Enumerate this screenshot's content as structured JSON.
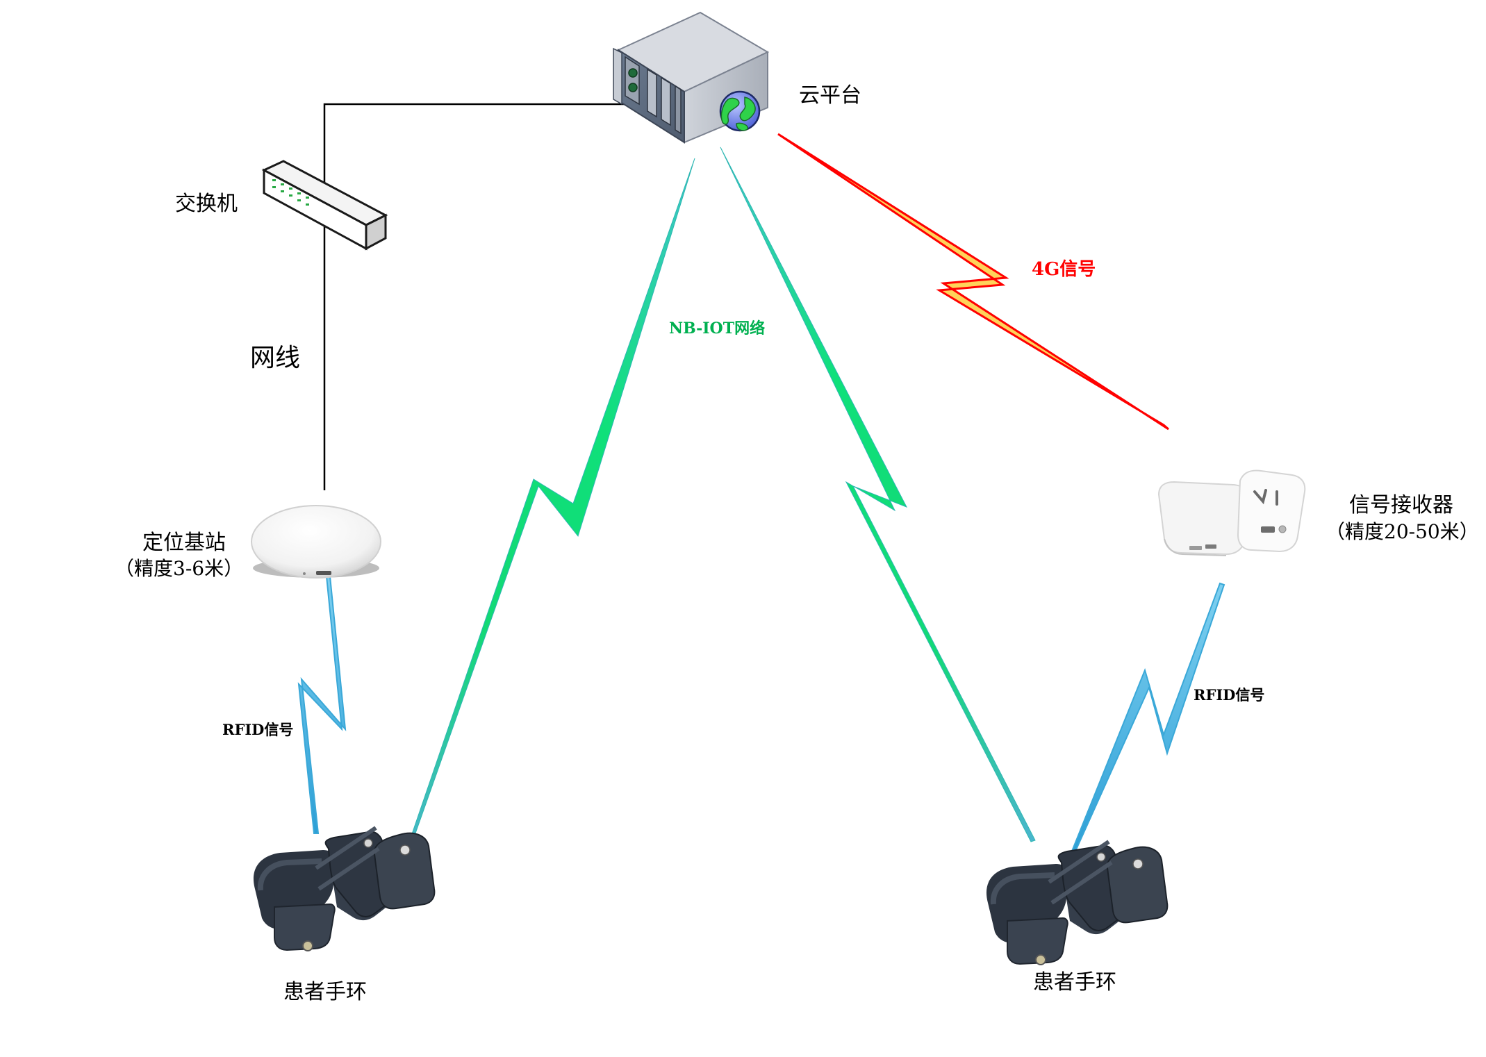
{
  "nodes": {
    "cloud": {
      "label": "云平台"
    },
    "switch": {
      "label": "交换机"
    },
    "base_station": {
      "label": "定位基站",
      "sublabel": "（精度3-6米）"
    },
    "receiver": {
      "label": "信号接收器",
      "sublabel": "（精度20-50米）"
    },
    "wristband_left": {
      "label": "患者手环"
    },
    "wristband_right": {
      "label": "患者手环"
    }
  },
  "links": {
    "cable": {
      "label": "网线"
    },
    "nbiot": {
      "label": "NB-IOT网络",
      "color": "#00c060"
    },
    "lte": {
      "label": "4G信号",
      "color": "#ff0000"
    },
    "rfid_left": {
      "label": "RFID信号"
    },
    "rfid_right": {
      "label": "RFID信号"
    }
  },
  "colors": {
    "nbiot_bolt": "#11dd77",
    "nbiot_edge": "#48b8d0",
    "rfid_bolt": "#3aa8d8",
    "lte_fill": "#ffd35a",
    "lte_stroke": "#ff0000"
  },
  "icons": [
    "server-icon",
    "globe-icon",
    "network-switch-icon",
    "access-point-icon",
    "signal-receiver-icon",
    "wristband-icon"
  ]
}
